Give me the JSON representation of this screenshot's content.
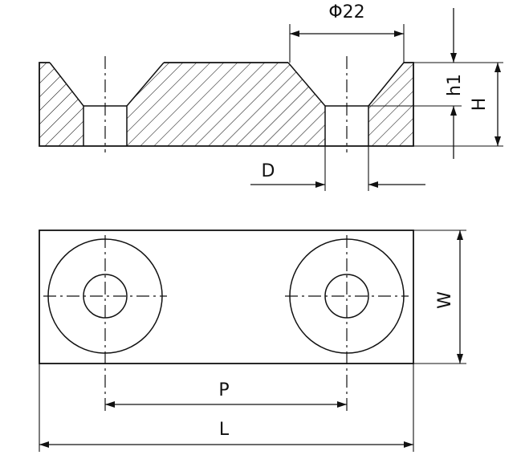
{
  "labels": {
    "phi": "Φ22",
    "h1": "h1",
    "H": "H",
    "D": "D",
    "W": "W",
    "P": "P",
    "L": "L"
  },
  "colors": {
    "line": "#111111",
    "background": "#ffffff"
  }
}
